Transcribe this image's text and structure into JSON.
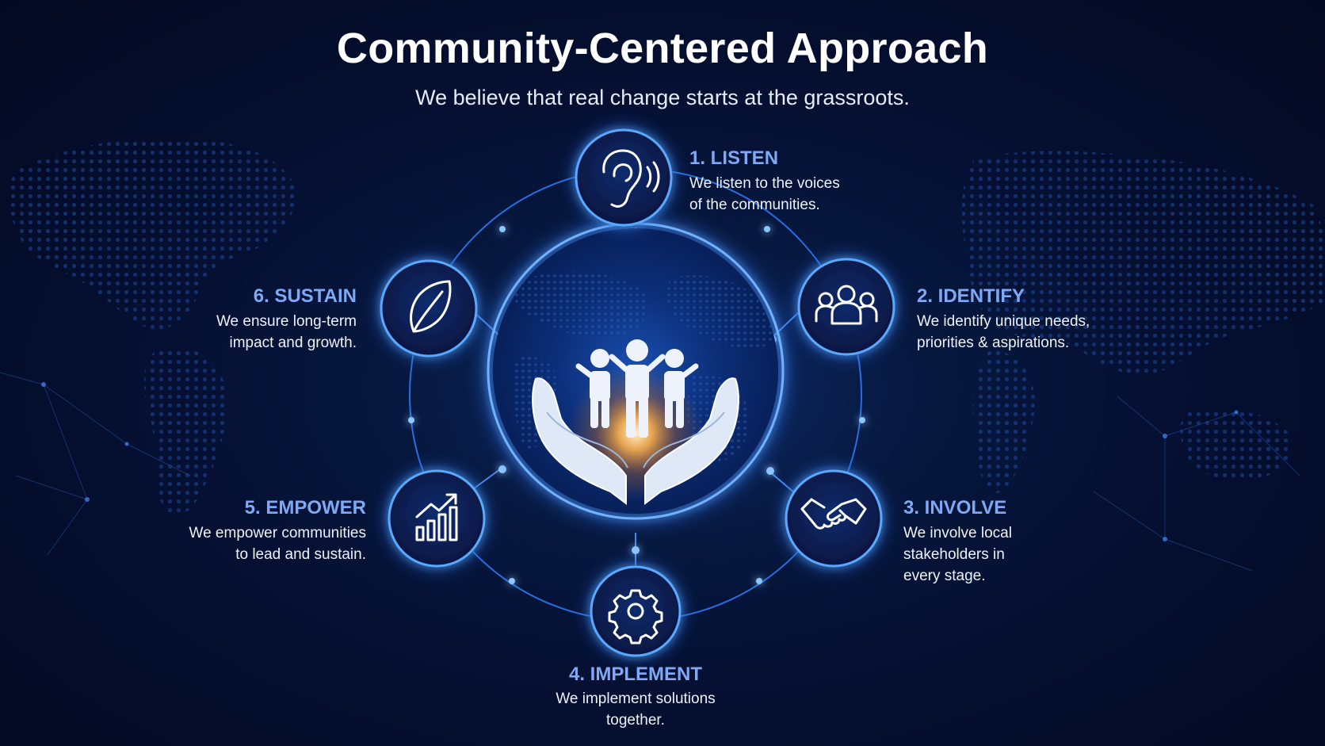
{
  "header": {
    "title": "Community-Centered Approach",
    "subtitle": "We believe that real change starts at the grassroots."
  },
  "colors": {
    "background": "#040b1f",
    "accent": "#2f7cff",
    "step_title": "#7fa8f5",
    "glow": "#5aa9ff",
    "center_light": "#ffb24a"
  },
  "center": {
    "icon": "hands-holding-people-icon"
  },
  "steps": [
    {
      "title": "1. LISTEN",
      "description": "We listen to the voices\nof the communities.",
      "icon": "ear-icon"
    },
    {
      "title": "2. IDENTIFY",
      "description": "We identify unique needs,\npriorities & aspirations.",
      "icon": "people-group-icon"
    },
    {
      "title": "3. INVOLVE",
      "description": "We involve local\nstakeholders in\nevery stage.",
      "icon": "handshake-icon"
    },
    {
      "title": "4. IMPLEMENT",
      "description": "We implement solutions\ntogether.",
      "icon": "gear-icon"
    },
    {
      "title": "5. EMPOWER",
      "description": "We empower communities\nto lead and sustain.",
      "icon": "growth-chart-icon"
    },
    {
      "title": "6. SUSTAIN",
      "description": "We ensure long-term\nimpact and growth.",
      "icon": "leaf-icon"
    }
  ]
}
